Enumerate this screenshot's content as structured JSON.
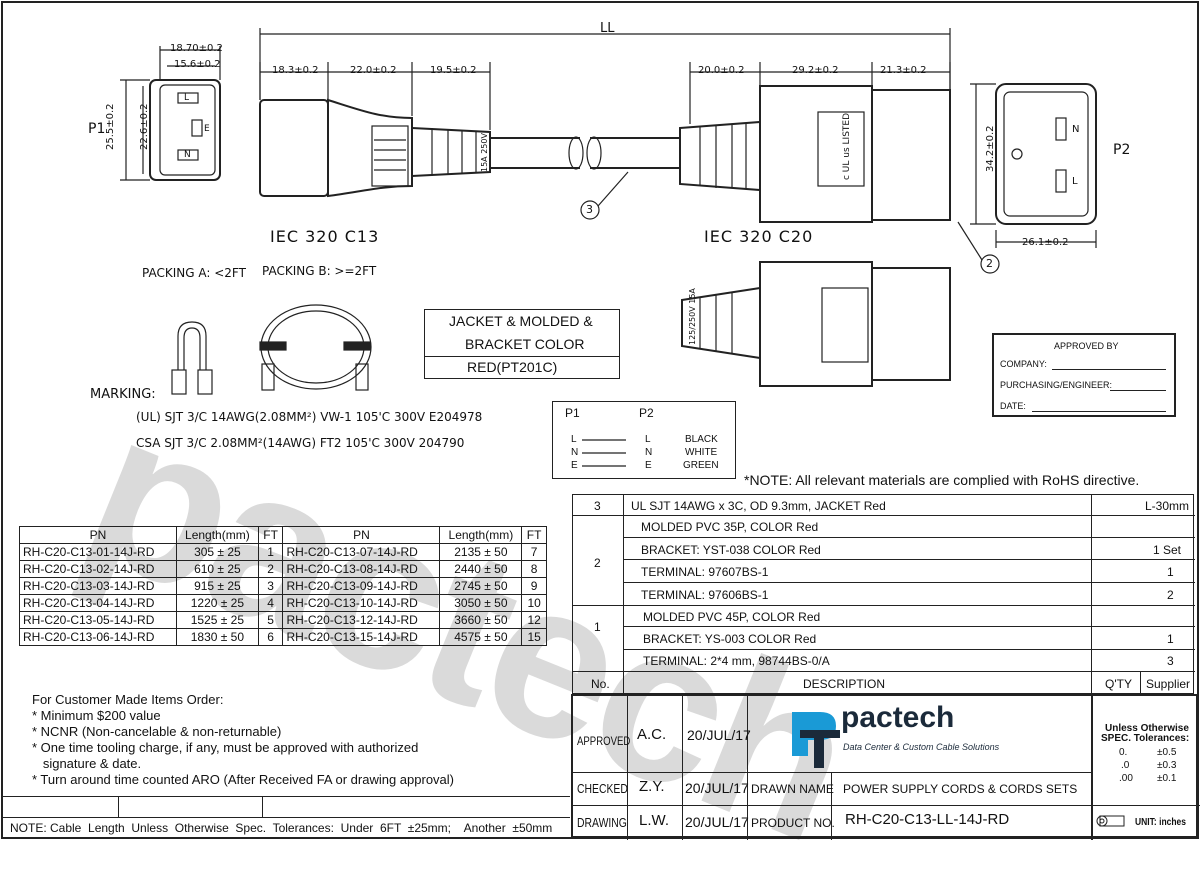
{
  "drawing": {
    "overall_length": "LL",
    "p1_label": "P1",
    "p2_label": "P2",
    "c13_title": "IEC 320 C13",
    "c20_title": "IEC 320 C20",
    "dims_c13": [
      "18.70±0.2",
      "15.6±0.2",
      "18.3±0.2",
      "22.0±0.2",
      "19.5±0.2",
      "25.5±0.2",
      "22.6±0.2"
    ],
    "dims_c20": [
      "20.0±0.2",
      "29.2±0.2",
      "21.3±0.2",
      "34.2±0.2",
      "26.1±0.2"
    ],
    "callouts": [
      "3",
      "2"
    ],
    "c13_pins": {
      "l": "L",
      "e": "E",
      "n": "N"
    },
    "c20_pins": {
      "n": "N",
      "l": "L"
    },
    "c13_molding": "15A 250V",
    "c20_molding": "125/250V 15A",
    "c20_cert": "c UL us LISTED"
  },
  "packing": {
    "a": "PACKING A: <2FT",
    "b": "PACKING B: >=2FT"
  },
  "marking": {
    "title": "MARKING:",
    "line1": "(UL) SJT  3/C 14AWG(2.08MM²)   VW-1  105'C  300V   E204978",
    "line2": "CSA  SJT 3/C  2.08MM²(14AWG)     FT2    105'C  300V    204790"
  },
  "jacket": {
    "line1": "JACKET & MOLDED &",
    "line2": "BRACKET COLOR",
    "value": "RED(PT201C)"
  },
  "wiring": {
    "p1": "P1",
    "p2": "P2",
    "rows": [
      {
        "p1": "L",
        "p2": "L",
        "color": "BLACK"
      },
      {
        "p1": "N",
        "p2": "N",
        "color": "WHITE"
      },
      {
        "p1": "E",
        "p2": "E",
        "color": "GREEN"
      }
    ]
  },
  "approval": {
    "title": "APPROVED BY",
    "company": "COMPANY:",
    "purchasing": "PURCHASING/ENGINEER:",
    "date": "DATE:"
  },
  "rohs_note": "*NOTE: All relevant materials are complied with RoHS directive.",
  "pn_table": {
    "headers": [
      "PN",
      "Length(mm)",
      "FT",
      "PN",
      "Length(mm)",
      "FT"
    ],
    "rows": [
      [
        "RH-C20-C13-01-14J-RD",
        "305 ± 25",
        "1",
        "RH-C20-C13-07-14J-RD",
        "2135 ± 50",
        "7"
      ],
      [
        "RH-C20-C13-02-14J-RD",
        "610 ± 25",
        "2",
        "RH-C20-C13-08-14J-RD",
        "2440 ± 50",
        "8"
      ],
      [
        "RH-C20-C13-03-14J-RD",
        "915 ± 25",
        "3",
        "RH-C20-C13-09-14J-RD",
        "2745 ± 50",
        "9"
      ],
      [
        "RH-C20-C13-04-14J-RD",
        "1220 ± 25",
        "4",
        "RH-C20-C13-10-14J-RD",
        "3050 ± 50",
        "10"
      ],
      [
        "RH-C20-C13-05-14J-RD",
        "1525 ± 25",
        "5",
        "RH-C20-C13-12-14J-RD",
        "3660 ± 50",
        "12"
      ],
      [
        "RH-C20-C13-06-14J-RD",
        "1830 ± 50",
        "6",
        "RH-C20-C13-15-14J-RD",
        "4575 ± 50",
        "15"
      ]
    ]
  },
  "bom": {
    "item3": {
      "no": "3",
      "desc": "UL SJT 14AWG x 3C, OD 9.3mm, JACKET Red",
      "qty": "L-30mm"
    },
    "item2": {
      "no": "2",
      "lines": [
        {
          "desc": "MOLDED PVC 35P, COLOR Red",
          "qty": ""
        },
        {
          "desc": "BRACKET: YST-038  COLOR Red",
          "qty": "1 Set"
        },
        {
          "desc": "TERMINAL: 97607BS-1",
          "qty": "1"
        },
        {
          "desc": "TERMINAL: 97606BS-1",
          "qty": "2"
        }
      ]
    },
    "item1": {
      "no": "1",
      "lines": [
        {
          "desc": "MOLDED PVC 45P, COLOR Red",
          "qty": ""
        },
        {
          "desc": "BRACKET: YS-003  COLOR  Red",
          "qty": "1"
        },
        {
          "desc": "TERMINAL: 2*4 mm, 98744BS-0/A",
          "qty": "3"
        }
      ]
    },
    "header": {
      "no": "No.",
      "desc": "DESCRIPTION",
      "qty": "Q'TY",
      "supplier": "Supplier"
    }
  },
  "customer": {
    "title": "For Customer Made Items Order:",
    "items": [
      "* Minimum $200 value",
      "* NCNR (Non-cancelable & non-returnable)",
      "* One time tooling charge, if any, must be approved with authorized",
      "   signature & date.",
      "* Turn around time counted ARO (After Received FA or drawing approval)"
    ]
  },
  "footer_note": "NOTE: Cable  Length  Unless  Otherwise  Spec.  Tolerances:  Under  6FT  ±25mm;    Another  ±50mm",
  "title_block": {
    "approved_label": "APPROVED",
    "approved_by": "A.C.",
    "approved_date": "20/JUL/17",
    "checked_label": "CHECKED",
    "checked_by": "Z.Y.",
    "checked_date": "20/JUL/17",
    "drawing_label": "DRAWING",
    "drawing_by": "L.W.",
    "drawing_date": "20/JUL/17",
    "drawn_name_label": "DRAWN  NAME",
    "drawn_name": "POWER  SUPPLY  CORDS  &  CORDS  SETS",
    "product_no_label": "PRODUCT  NO.",
    "product_no": "RH-C20-C13-LL-14J-RD",
    "brand": "pactech",
    "tagline": "Data Center & Custom Cable Solutions",
    "tol_title1": "Unless  Otherwise",
    "tol_title2": "SPEC.  Tolerances:",
    "tolerances": [
      [
        "0.",
        "±0.5"
      ],
      [
        ".0",
        "±0.3"
      ],
      [
        ".00",
        "±0.1"
      ]
    ],
    "unit": "UNIT: inches"
  },
  "watermark": "pactech",
  "colors": {
    "line": "#222222",
    "brand_blue": "#1a9ad6",
    "brand_dark": "#1b2a3a",
    "watermark": "#a0a0a0"
  }
}
